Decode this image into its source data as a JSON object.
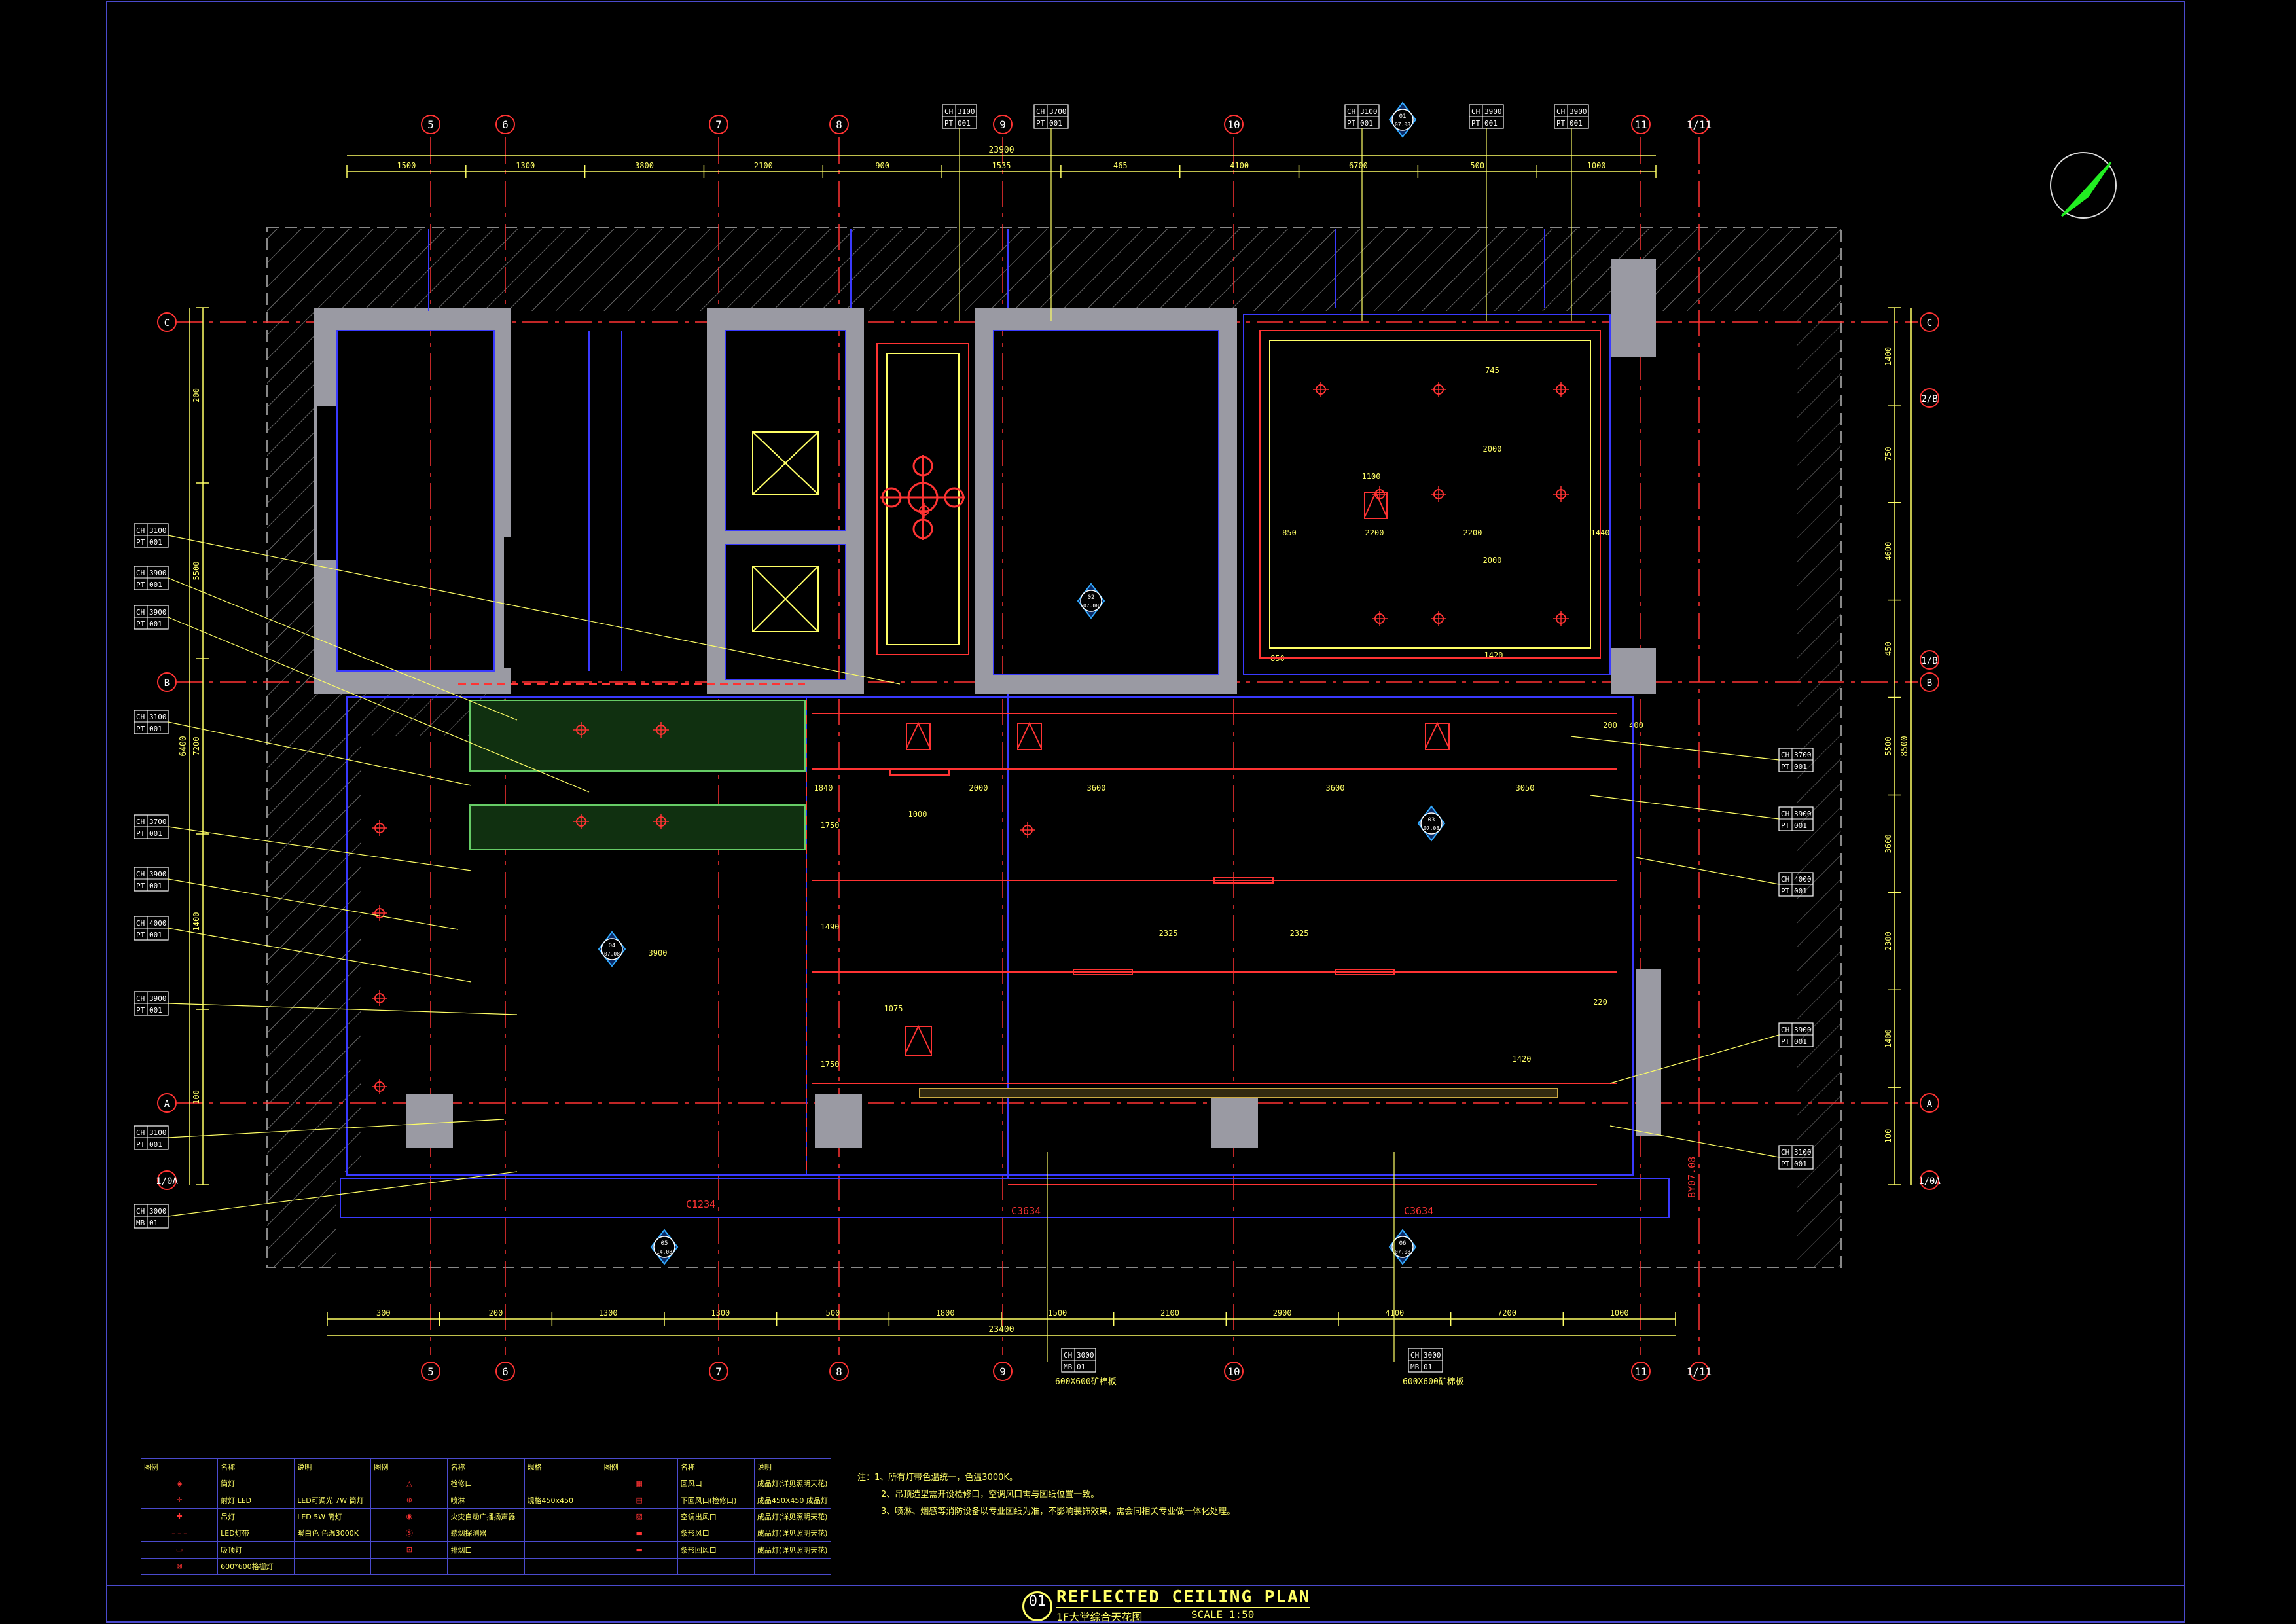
{
  "title": {
    "number": "01",
    "main": "REFLECTED CEILING PLAN",
    "sub": "1F大堂综合天花图",
    "scale": "SCALE 1:50"
  },
  "grid": {
    "columns": [
      "5",
      "6",
      "7",
      "8",
      "9",
      "10",
      "11",
      "1/11"
    ],
    "rows": [
      "C",
      "2/B",
      "1/B",
      "B",
      "A",
      "1/0A"
    ]
  },
  "dimensions": {
    "top_total": "23900",
    "top": [
      "1500",
      "1300",
      "3800",
      "2100",
      "900",
      "1535",
      "465",
      "4100",
      "6700",
      "500",
      "1000"
    ],
    "bottom_total": "23400",
    "bottom": [
      "300",
      "200",
      "1300",
      "1300",
      "500",
      "1800",
      "1500",
      "2100",
      "2900",
      "4100",
      "7200",
      "1000"
    ],
    "left_total": "6400",
    "left": [
      "200",
      "5500",
      "7200",
      "1400",
      "100"
    ],
    "right_total": "8500",
    "right": [
      "1400",
      "750",
      "4600",
      "450",
      "5500",
      "3600",
      "2300",
      "1400",
      "100"
    ]
  },
  "interior_dims": [
    "1100",
    "850",
    "2200",
    "2200",
    "1440",
    "2000",
    "2000",
    "745",
    "1420",
    "850",
    "2000",
    "3600",
    "3600",
    "3050",
    "1000",
    "2325",
    "2325",
    "1840",
    "3900",
    "1750",
    "1490",
    "1075",
    "1750",
    "1420",
    "220",
    "200",
    "400"
  ],
  "callouts": [
    "CH 3100",
    "PT 001",
    "CH 3900",
    "PT 001",
    "CH 3900",
    "PT 001",
    "CH 3100",
    "PT 001",
    "CH 3700",
    "PT 001",
    "CH 3900",
    "PT 001",
    "CH 4000",
    "PT 001",
    "CH 3900",
    "PT 001",
    "CH 3100",
    "PT 001",
    "CH 3000",
    "MB 01",
    "CH 3000",
    "MB 01"
  ],
  "section_markers": [
    "01/07.08",
    "02/07.08",
    "03/07.08",
    "04/07.08",
    "05/14.08",
    "06/07.08"
  ],
  "door_tags": [
    "C1234",
    "C3634",
    "C3634",
    "BY07.08"
  ],
  "ceiling_tiles": "600X600矿棉板",
  "legend": {
    "headers": [
      "图例",
      "名称",
      "说明",
      "图例",
      "名称",
      "规格",
      "图例",
      "名称",
      "说明"
    ],
    "rows": [
      [
        "筒灯",
        "",
        "",
        "检修口",
        "",
        "",
        "回风口",
        "成品灯(详见照明天花)"
      ],
      [
        "射灯 LED",
        "LED可调光 7W 筒灯",
        "",
        "喷淋",
        "规格450x450",
        "",
        "下回风口(检修口)",
        "成品450X450 成品灯"
      ],
      [
        "吊灯",
        "LED 5W 筒灯",
        "",
        "火灾自动广播扬声器",
        "",
        "",
        "空调出风口",
        "成品灯(详见照明天花)"
      ],
      [
        "LED灯带",
        "暖白色 色温3000K",
        "",
        "感烟探测器",
        "",
        "",
        "条形风口",
        "成品灯(详见照明天花)"
      ],
      [
        "吸顶灯",
        "",
        "",
        "排烟口",
        "",
        "",
        "条形回风口",
        "成品灯(详见照明天花)"
      ],
      [
        "600*600格栅灯",
        "",
        "",
        "",
        "",
        "",
        "",
        ""
      ]
    ]
  },
  "notes": [
    "注：1、所有灯带色温统一，色温3000K。",
    "2、吊顶造型需开设检修口，空调风口需与图纸位置一致。",
    "3、喷淋、烟感等消防设备以专业图纸为准，不影响装饰效果，需会同相关专业做一体化处理。"
  ],
  "colors": {
    "background": "#000000",
    "wall": "#9a9aa3",
    "grid_line": "#ff3333",
    "dimension": "#ffff66",
    "outline": "#3a3aff",
    "frame": "#4a4acc",
    "hatch": "#808080",
    "north_arrow": "#22ee22"
  },
  "icons": [
    "north-arrow-icon",
    "section-marker-icon",
    "light-fixture-icon",
    "vent-icon"
  ]
}
